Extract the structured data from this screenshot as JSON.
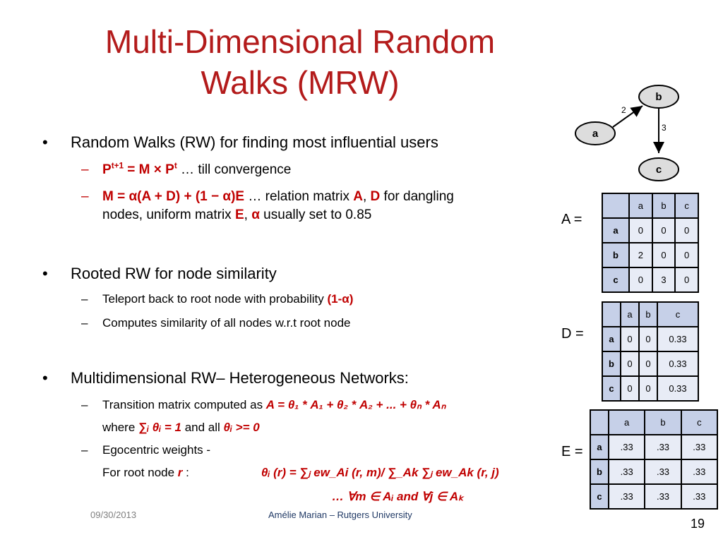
{
  "slide": {
    "title_line1": "Multi-Dimensional Random",
    "title_line2": "Walks (MRW)",
    "accent_color": "#b31b1b",
    "highlight_color": "#c00000"
  },
  "bullets": {
    "b1": "Random Walks (RW) for finding most influential users",
    "b1_s1_p": "P",
    "b1_s1_sup1": "t+1",
    "b1_s1_mid": " = M × P",
    "b1_s1_sup2": "t",
    "b1_s1_rest": " … till convergence",
    "b1_s2_formula": "M = α(A + D) + (1 − α)E",
    "b1_s2_t1": " … relation matrix ",
    "b1_s2_A": "A",
    "b1_s2_comma1": ", ",
    "b1_s2_D": "D",
    "b1_s2_t2": " for dangling",
    "b1_s2_t3": "nodes, uniform matrix ",
    "b1_s2_E": "E",
    "b1_s2_comma2": ", ",
    "b1_s2_alpha": "α",
    "b1_s2_t4": " usually set to 0.85",
    "b2": "Rooted RW for node similarity",
    "b2_s1_text": "Teleport back to root node with probability ",
    "b2_s1_red": "(1-α)",
    "b2_s2": "Computes similarity of all nodes w.r.t root node",
    "b3": "Multidimensional RW– Heterogeneous Networks:",
    "b3_s1_text": "Transition matrix computed as ",
    "b3_s1_formula": "A = θ₁ * A₁ + θ₂ * A₂ + ... + θₙ * Aₙ",
    "b3_s1_where": "where ",
    "b3_s1_sum": "∑ᵢ θᵢ = 1",
    "b3_s1_andall": " and all ",
    "b3_s1_cond": "θᵢ >= 0",
    "b3_s2_text": "Egocentric weights -",
    "b3_s3_text": "For root node ",
    "b3_s3_r": "r",
    "b3_s3_colon": " :",
    "b3_s3_formula": "θᵢ (r) = ∑ⱼ ew_Ai  (r, m)/ ∑_Ak ∑ⱼ ew_Ak (r, j)",
    "b3_s4_formula": "… ∀m ∈ Aᵢ  and  ∀j ∈ Aₖ"
  },
  "graph": {
    "node_a": "a",
    "node_b": "b",
    "node_c": "c",
    "edge_ab": "2",
    "edge_bc": "3"
  },
  "matrices": {
    "A": {
      "label": "A =",
      "cols": [
        "a",
        "b",
        "c"
      ],
      "rows": [
        {
          "name": "a",
          "vals": [
            "0",
            "0",
            "0"
          ]
        },
        {
          "name": "b",
          "vals": [
            "2",
            "0",
            "0"
          ]
        },
        {
          "name": "c",
          "vals": [
            "0",
            "3",
            "0"
          ]
        }
      ]
    },
    "D": {
      "label": "D =",
      "cols": [
        "a",
        "b",
        "c"
      ],
      "rows": [
        {
          "name": "a",
          "vals": [
            "0",
            "0",
            "0.33"
          ]
        },
        {
          "name": "b",
          "vals": [
            "0",
            "0",
            "0.33"
          ]
        },
        {
          "name": "c",
          "vals": [
            "0",
            "0",
            "0.33"
          ]
        }
      ]
    },
    "E": {
      "label": "E =",
      "cols": [
        "a",
        "b",
        "c"
      ],
      "rows": [
        {
          "name": "a",
          "vals": [
            ".33",
            ".33",
            ".33"
          ]
        },
        {
          "name": "b",
          "vals": [
            ".33",
            ".33",
            ".33"
          ]
        },
        {
          "name": "c",
          "vals": [
            ".33",
            ".33",
            ".33"
          ]
        }
      ]
    }
  },
  "footer": {
    "date": "09/30/2013",
    "author": "Amélie Marian – Rutgers University",
    "page": "19"
  }
}
